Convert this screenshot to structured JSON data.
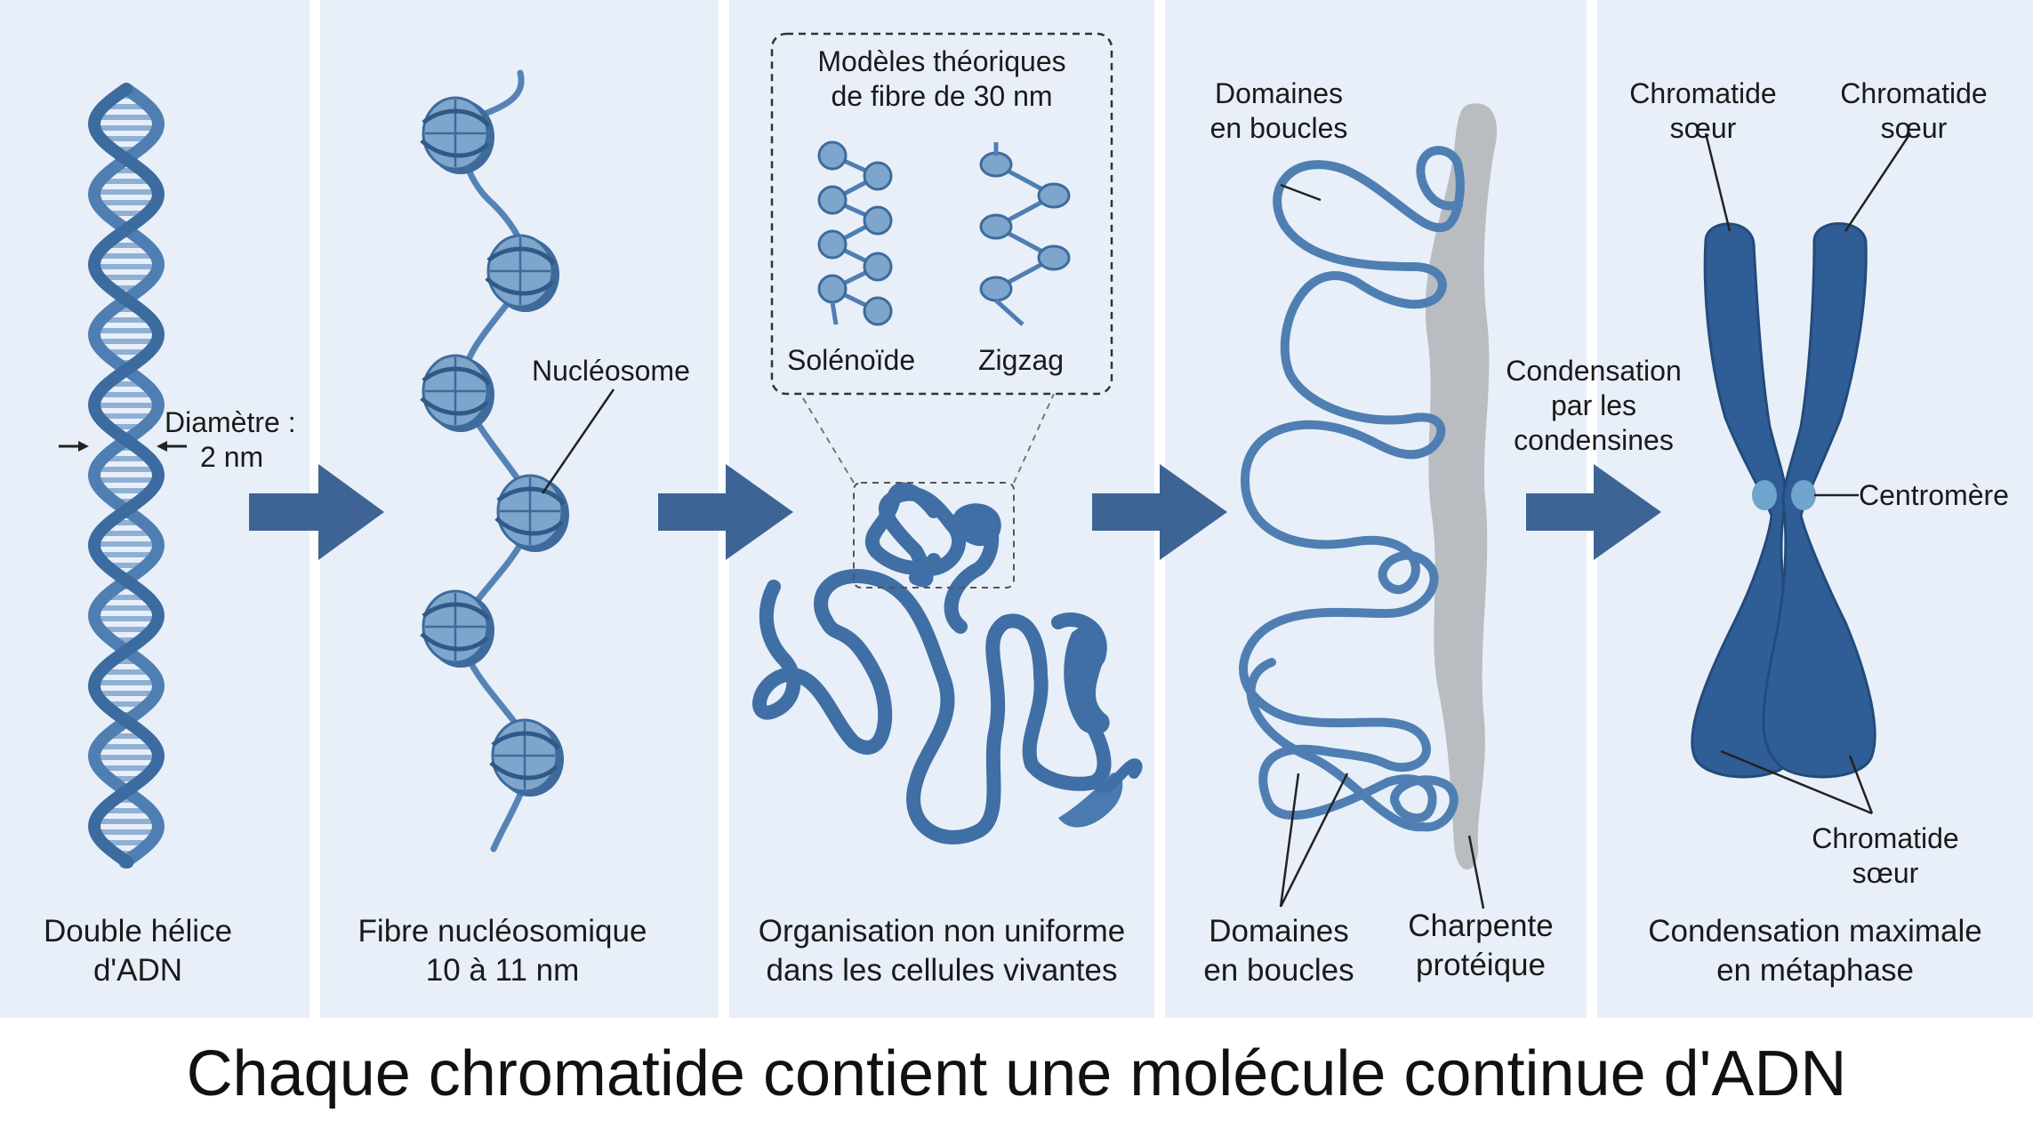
{
  "stages": [
    {
      "label_line1": "Double hélice",
      "label_line2": "d'ADN"
    },
    {
      "label_line1": "Fibre nucléosomique",
      "label_line2": "10 à 11 nm"
    },
    {
      "label_line1": "Organisation non uniforme",
      "label_line2": "dans les cellules vivantes"
    },
    {
      "label_line1": "",
      "label_line2": ""
    },
    {
      "label_line1": "Condensation maximale",
      "label_line2": "en métaphase"
    }
  ],
  "helix": {
    "diameter_line1": "Diamètre :",
    "diameter_line2": "2 nm"
  },
  "nucleosome": {
    "label": "Nucléosome"
  },
  "inset": {
    "title_line1": "Modèles théoriques",
    "title_line2": "de fibre de 30 nm",
    "solenoid": "Solénoïde",
    "zigzag": "Zigzag"
  },
  "loops": {
    "top_label_line1": "Domaines",
    "top_label_line2": "en boucles",
    "bottom_label_line1": "Domaines",
    "bottom_label_line2": "en boucles",
    "scaffold_line1": "Charpente",
    "scaffold_line2": "protéique"
  },
  "condensation": {
    "line1": "Condensation",
    "line2": "par les",
    "line3": "condensines"
  },
  "chromosome": {
    "left_line1": "Chromatide",
    "left_line2": "sœur",
    "right_line1": "Chromatide",
    "right_line2": "sœur",
    "bottom_line1": "Chromatide",
    "bottom_line2": "sœur",
    "centromere": "Centromère"
  },
  "footer": "Chaque chromatide contient une molécule continue d'ADN",
  "colors": {
    "panel": "#e8eff8",
    "dna_blue": "#4f7fb2",
    "arrow": "#3d6494",
    "chromosome": "#2f5e96",
    "scaffold": "#b9bcc1"
  }
}
